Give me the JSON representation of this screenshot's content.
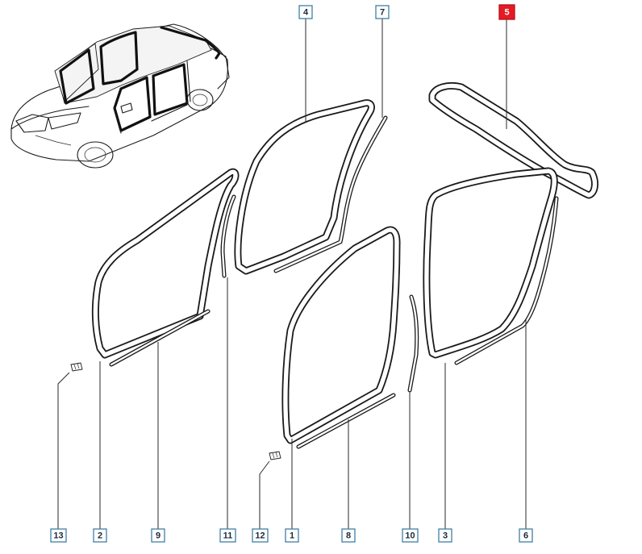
{
  "diagram": {
    "highlight_color": "#e51b24",
    "callout_border_color": "#3f7fa6",
    "callouts": [
      {
        "id": "c4",
        "label": "4"
      },
      {
        "id": "c7",
        "label": "7"
      },
      {
        "id": "c5",
        "label": "5",
        "highlighted": true
      },
      {
        "id": "c13",
        "label": "13"
      },
      {
        "id": "c2",
        "label": "2"
      },
      {
        "id": "c9",
        "label": "9"
      },
      {
        "id": "c11",
        "label": "11"
      },
      {
        "id": "c12",
        "label": "12"
      },
      {
        "id": "c1",
        "label": "1"
      },
      {
        "id": "c8",
        "label": "8"
      },
      {
        "id": "c10",
        "label": "10"
      },
      {
        "id": "c3",
        "label": "3"
      },
      {
        "id": "c6",
        "label": "6"
      }
    ]
  }
}
